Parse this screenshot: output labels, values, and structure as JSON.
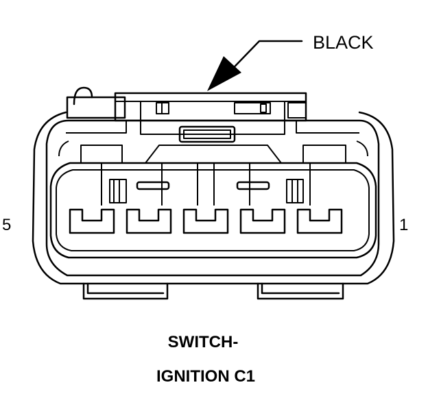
{
  "diagram": {
    "color_label": "BLACK",
    "pin_left": "5",
    "pin_right": "1",
    "caption_line1": "SWITCH-",
    "caption_line2": "IGNITION C1",
    "cavity_count": 5
  }
}
